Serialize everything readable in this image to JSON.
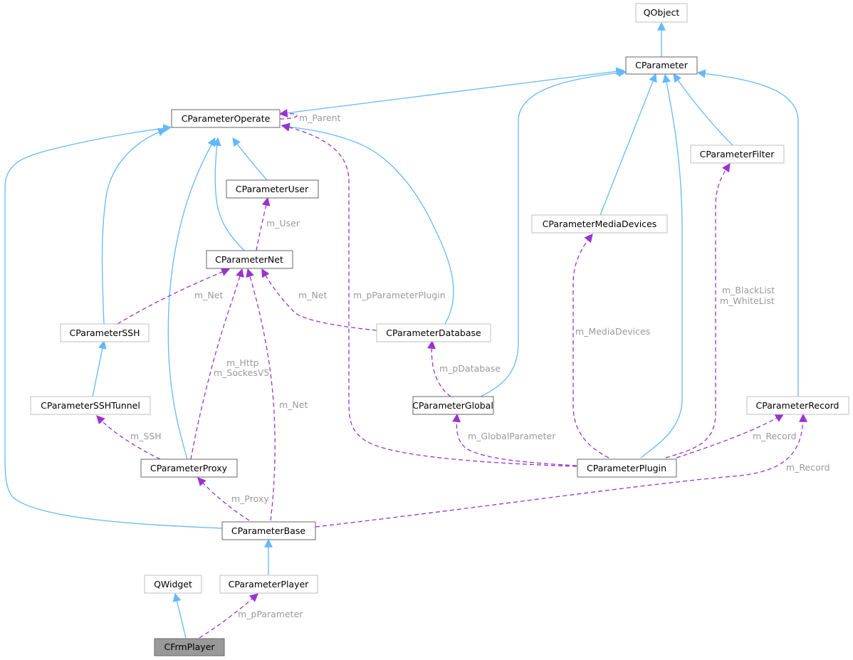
{
  "colors": {
    "inheritance": "#63b8ff",
    "usage": "#9a32cd",
    "box_border_dark": "#666666",
    "box_border_light": "#bfbfbf",
    "highlight_fill": "#999999",
    "edge_label_text": "#9a9a9a"
  },
  "nodes": {
    "qobject": "QObject",
    "cparameter": "CParameter",
    "cparameteroperate": "CParameterOperate",
    "cparameterfilter": "CParameterFilter",
    "cparameteruser": "CParameterUser",
    "cparametermediadevices": "CParameterMediaDevices",
    "cparameternet": "CParameterNet",
    "cparameterssh": "CParameterSSH",
    "cparameterdatabase": "CParameterDatabase",
    "cparameterglobal": "CParameterGlobal",
    "cparameterrecord": "CParameterRecord",
    "cparametersshtunnel": "CParameterSSHTunnel",
    "cparameterproxy": "CParameterProxy",
    "cparameterplugin": "CParameterPlugin",
    "cparameterbase": "CParameterBase",
    "qwidget": "QWidget",
    "cparameterplayer": "CParameterPlayer",
    "cfrmplayer": "CFrmPlayer"
  },
  "edge_labels": {
    "m_parent": "m_Parent",
    "m_user": "m_User",
    "m_net_ssh": "m_Net",
    "m_net_database": "m_Net",
    "m_pparameterplugin": "m_pParameterPlugin",
    "m_blacklist": "m_BlackList",
    "m_whitelist": "m_WhiteList",
    "m_http": "m_Http",
    "m_sockesv5": "m_SockesV5",
    "m_mediadevices": "m_MediaDevices",
    "m_pdatabase": "m_pDatabase",
    "m_net_base": "m_Net",
    "m_ssh": "m_SSH",
    "m_globalparameter": "m_GlobalParameter",
    "m_record_plugin": "m_Record",
    "m_record_base": "m_Record",
    "m_proxy": "m_Proxy",
    "m_pparameter": "m_pParameter"
  }
}
